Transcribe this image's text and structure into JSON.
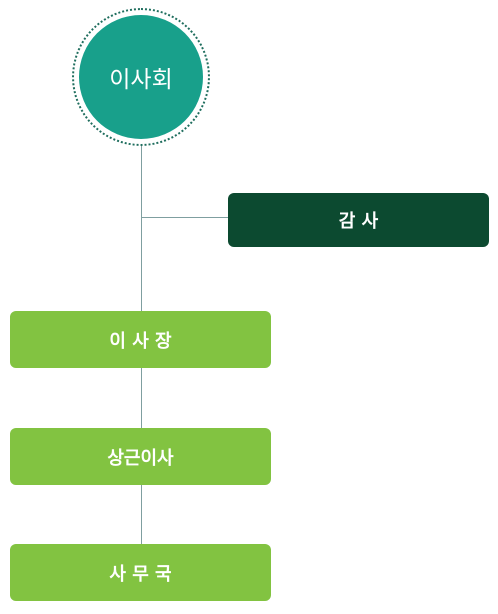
{
  "board": {
    "label": "이사회"
  },
  "auditor": {
    "label": "감 사"
  },
  "chairman": {
    "label": "이 사 장"
  },
  "standing_director": {
    "label": "상근이사"
  },
  "secretariat": {
    "label": "사 무 국"
  },
  "colors": {
    "board_fill": "#18a08b",
    "board_ring": "#1f6e5e",
    "auditor_fill": "#0c4a30",
    "node_fill": "#82c341",
    "connector": "#7f9fa0"
  }
}
